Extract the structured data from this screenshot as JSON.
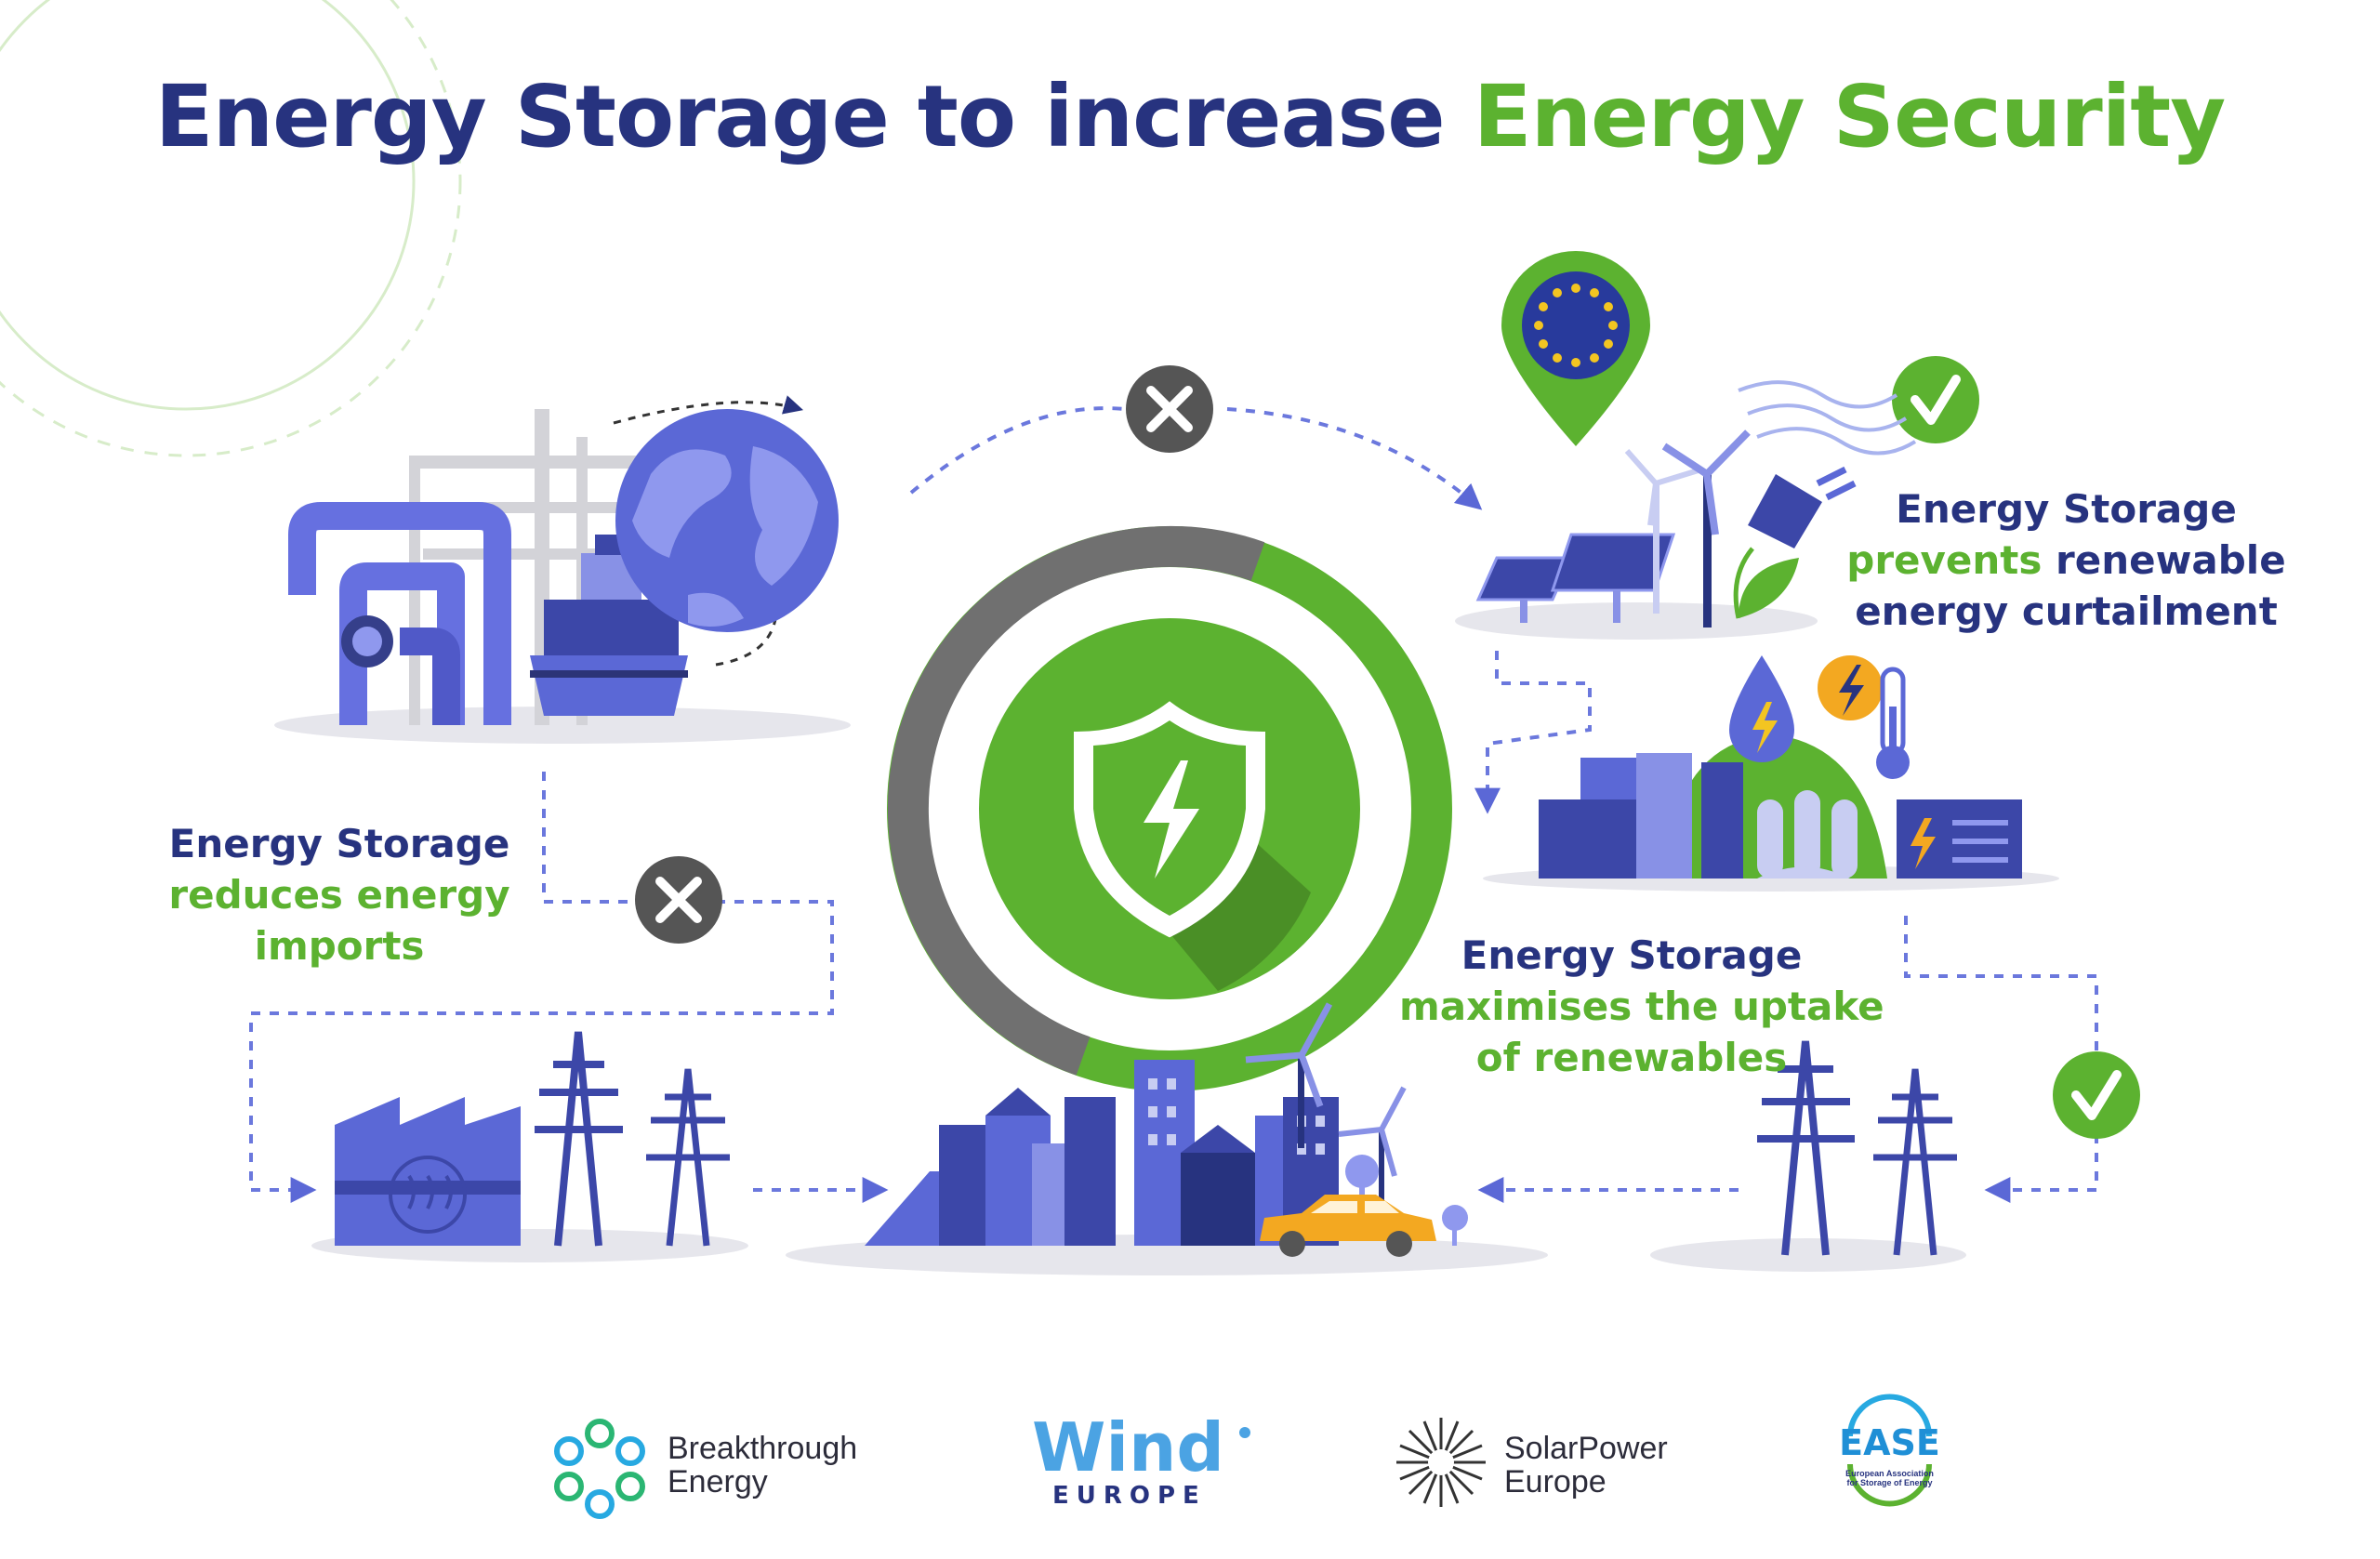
{
  "title": {
    "part1": "Energy Storage to increase",
    "part2": "Energy Security",
    "color_navy": "#27337f",
    "color_green": "#5cb230"
  },
  "captions": {
    "imports": {
      "line1": "Energy Storage",
      "line2": "reduces energy",
      "line3": "imports"
    },
    "curtailment": {
      "line1": "Energy Storage",
      "line2_green": "prevents",
      "line2_navy": "renewable",
      "line3": "energy curtailment"
    },
    "uptake": {
      "line1": "Energy Storage",
      "line2": "maximises the uptake",
      "line3": "of renewables"
    }
  },
  "logos": {
    "breakthrough": {
      "line1": "Breakthrough",
      "line2": "Energy"
    },
    "wind": {
      "word": "Wind",
      "sub": "EUROPE"
    },
    "solar": {
      "line1": "SolarPower",
      "line2": "Europe"
    },
    "ease": {
      "word": "EASE",
      "line1": "European Association",
      "line2": "for Storage of Energy"
    }
  },
  "icons": [
    "shield-lightning-icon",
    "cross-icon",
    "check-icon",
    "eu-location-pin-icon",
    "globe-icon",
    "factory-icon",
    "pylon-icon",
    "wind-turbine-icon",
    "solar-panel-icon",
    "car-icon"
  ]
}
